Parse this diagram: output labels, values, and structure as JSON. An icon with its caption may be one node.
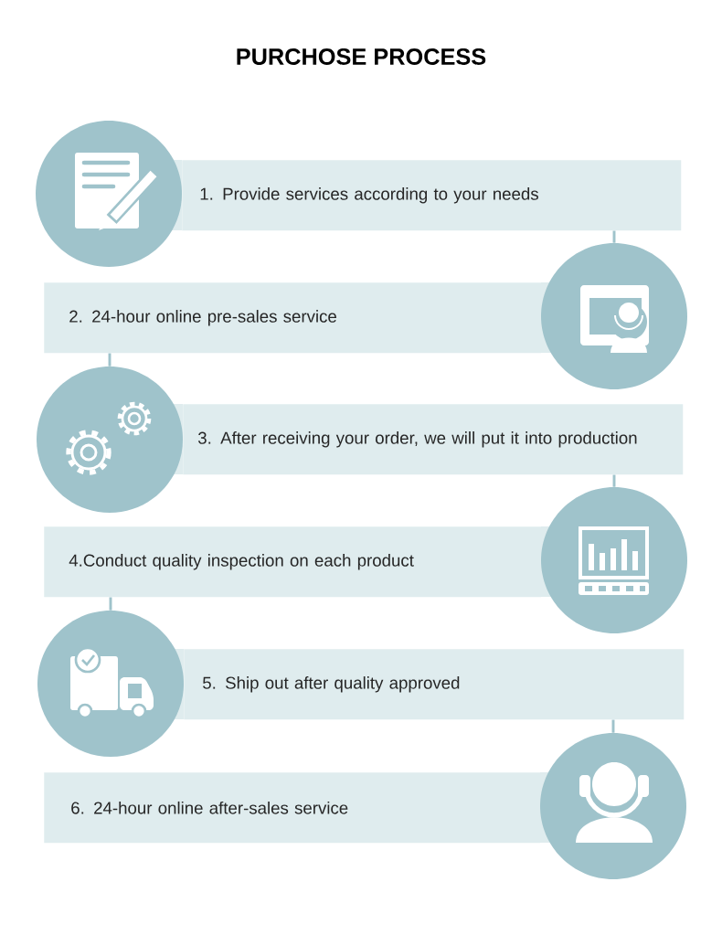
{
  "diagram": {
    "title": "PURCHOSE PROCESS",
    "nodes": [
      {
        "text": [],
        "shape": "circle"
      },
      {
        "text": [
          "1. Provide services according to your needs"
        ]
      },
      {
        "text": [
          "2. 24-hour online pre-sales service"
        ]
      },
      {
        "text": [],
        "shape": "circle"
      },
      {
        "text": [],
        "shape": "circle"
      },
      {
        "text": [
          "3. After receiving your order, we will put it into production"
        ]
      },
      {
        "text": [
          "4.Conduct quality inspection on each product"
        ]
      },
      {
        "text": [],
        "shape": "circle"
      },
      {
        "text": [],
        "shape": "circle"
      },
      {
        "text": [
          "5. Ship out after quality approved"
        ]
      },
      {
        "text": [
          "6. 24-hour online after-sales service"
        ]
      },
      {
        "text": [],
        "shape": "circle"
      }
    ],
    "edges": [
      {
        "from": 1,
        "to": 3,
        "arrow": "none"
      },
      {
        "from": 2,
        "to": 4,
        "arrow": "none"
      },
      {
        "from": 5,
        "to": 7,
        "arrow": "none"
      },
      {
        "from": 6,
        "to": 8,
        "arrow": "none"
      },
      {
        "from": 9,
        "to": 11,
        "arrow": "none"
      }
    ]
  }
}
